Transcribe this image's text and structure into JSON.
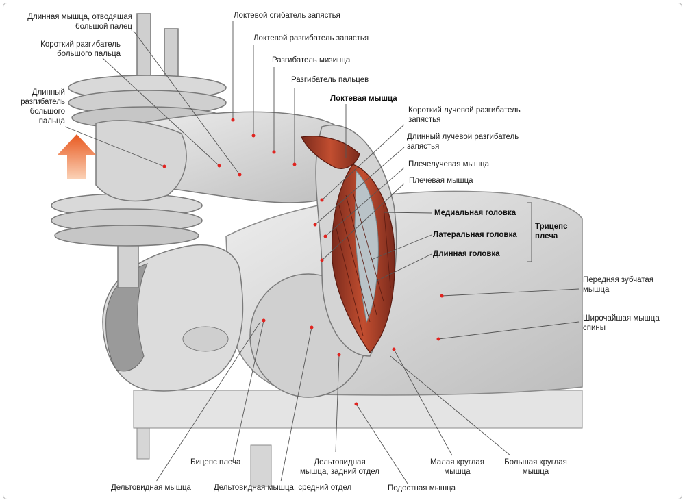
{
  "labels": {
    "abductor_pollicis_longus": "Длинная мышца, отводящая\nбольшой палец",
    "extensor_pollicis_brevis": "Короткий разгибатель\nбольшого пальца",
    "extensor_pollicis_longus": "Длинный\nразгибатель\nбольшого\nпальца",
    "flexor_carpi_ulnaris": "Локтевой сгибатель запястья",
    "extensor_carpi_ulnaris": "Локтевой разгибатель запястья",
    "extensor_digiti_minimi": "Разгибатель мизинца",
    "extensor_digitorum": "Разгибатель пальцев",
    "anconeus": "Локтевая мышца",
    "extensor_carpi_radialis_brevis": "Короткий лучевой разгибатель\nзапястья",
    "extensor_carpi_radialis_longus": "Длинный лучевой разгибатель\nзапястья",
    "brachioradialis": "Плечелучевая  мышца",
    "brachialis": "Плечевая  мышца",
    "triceps_medial": "Медиальная головка",
    "triceps_lateral": "Латеральная головка",
    "triceps_long": "Длинная головка",
    "triceps_group": "Трицепс\nплеча",
    "serratus_anterior": "Передняя зубчатая\nмышца",
    "latissimus_dorsi": "Широчайшая мышца\nспины",
    "biceps": "Бицепс плеча",
    "deltoid_posterior": "Дельтовидная\nмышца, задний отдел",
    "teres_minor": "Малая круглая\nмышца",
    "teres_major": "Большая круглая\nмышца",
    "deltoid": "Дельтовидная мышца",
    "deltoid_middle": "Дельтовидная мышца, средний отдел",
    "infraspinatus": "Подостная мышца"
  },
  "colors": {
    "accent_arrow": "#f07a3a",
    "highlight_muscle": "#b5432c",
    "marker_dot": "#e0231f",
    "leader_line": "#555555",
    "sketch_fill": "#d9d9d9",
    "sketch_stroke": "#8a8a8a"
  }
}
